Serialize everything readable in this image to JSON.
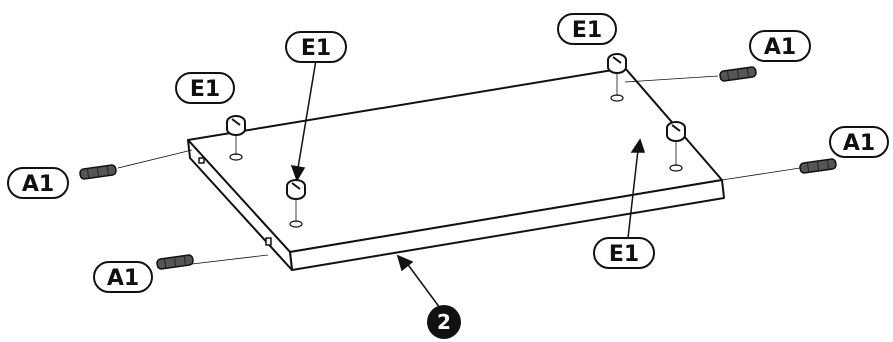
{
  "diagram": {
    "part_number": "2",
    "labels": {
      "e1_left": "E1",
      "e1_center": "E1",
      "e1_top_right": "E1",
      "e1_bottom_right": "E1",
      "a1_top_right": "A1",
      "a1_right": "A1",
      "a1_left": "A1",
      "a1_bottom_left": "A1"
    },
    "colors": {
      "line": "#111111",
      "panel_fill": "#ffffff",
      "dowel_fill": "#555555"
    },
    "icons": {
      "cam_lock": "cam-lock-icon",
      "dowel": "dowel-pin-icon"
    }
  }
}
